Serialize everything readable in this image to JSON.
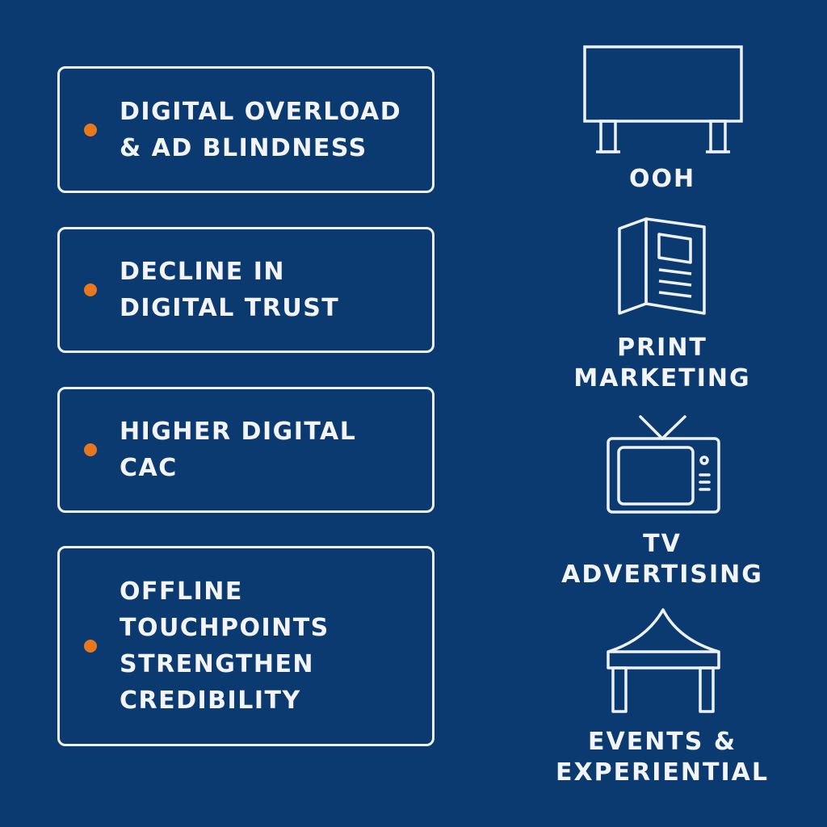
{
  "colors": {
    "background": "#0a3a70",
    "text": "#f2f4f7",
    "outline": "#eef1f5",
    "bullet": "#e8781e"
  },
  "challenges": [
    {
      "label": "DIGITAL OVERLOAD\n& AD BLINDNESS"
    },
    {
      "label": "DECLINE IN\nDIGITAL TRUST"
    },
    {
      "label": "HIGHER DIGITAL\nCAC"
    },
    {
      "label": "OFFLINE\nTOUCHPOINTS\nSTRENGTHEN\nCREDIBILITY"
    }
  ],
  "channels": [
    {
      "icon": "billboard-icon",
      "label": "OOH"
    },
    {
      "icon": "brochure-icon",
      "label": "PRINT\nMARKETING"
    },
    {
      "icon": "television-icon",
      "label": "TV\nADVERTISING"
    },
    {
      "icon": "tent-icon",
      "label": "EVENTS &\nEXPERIENTIAL"
    }
  ]
}
